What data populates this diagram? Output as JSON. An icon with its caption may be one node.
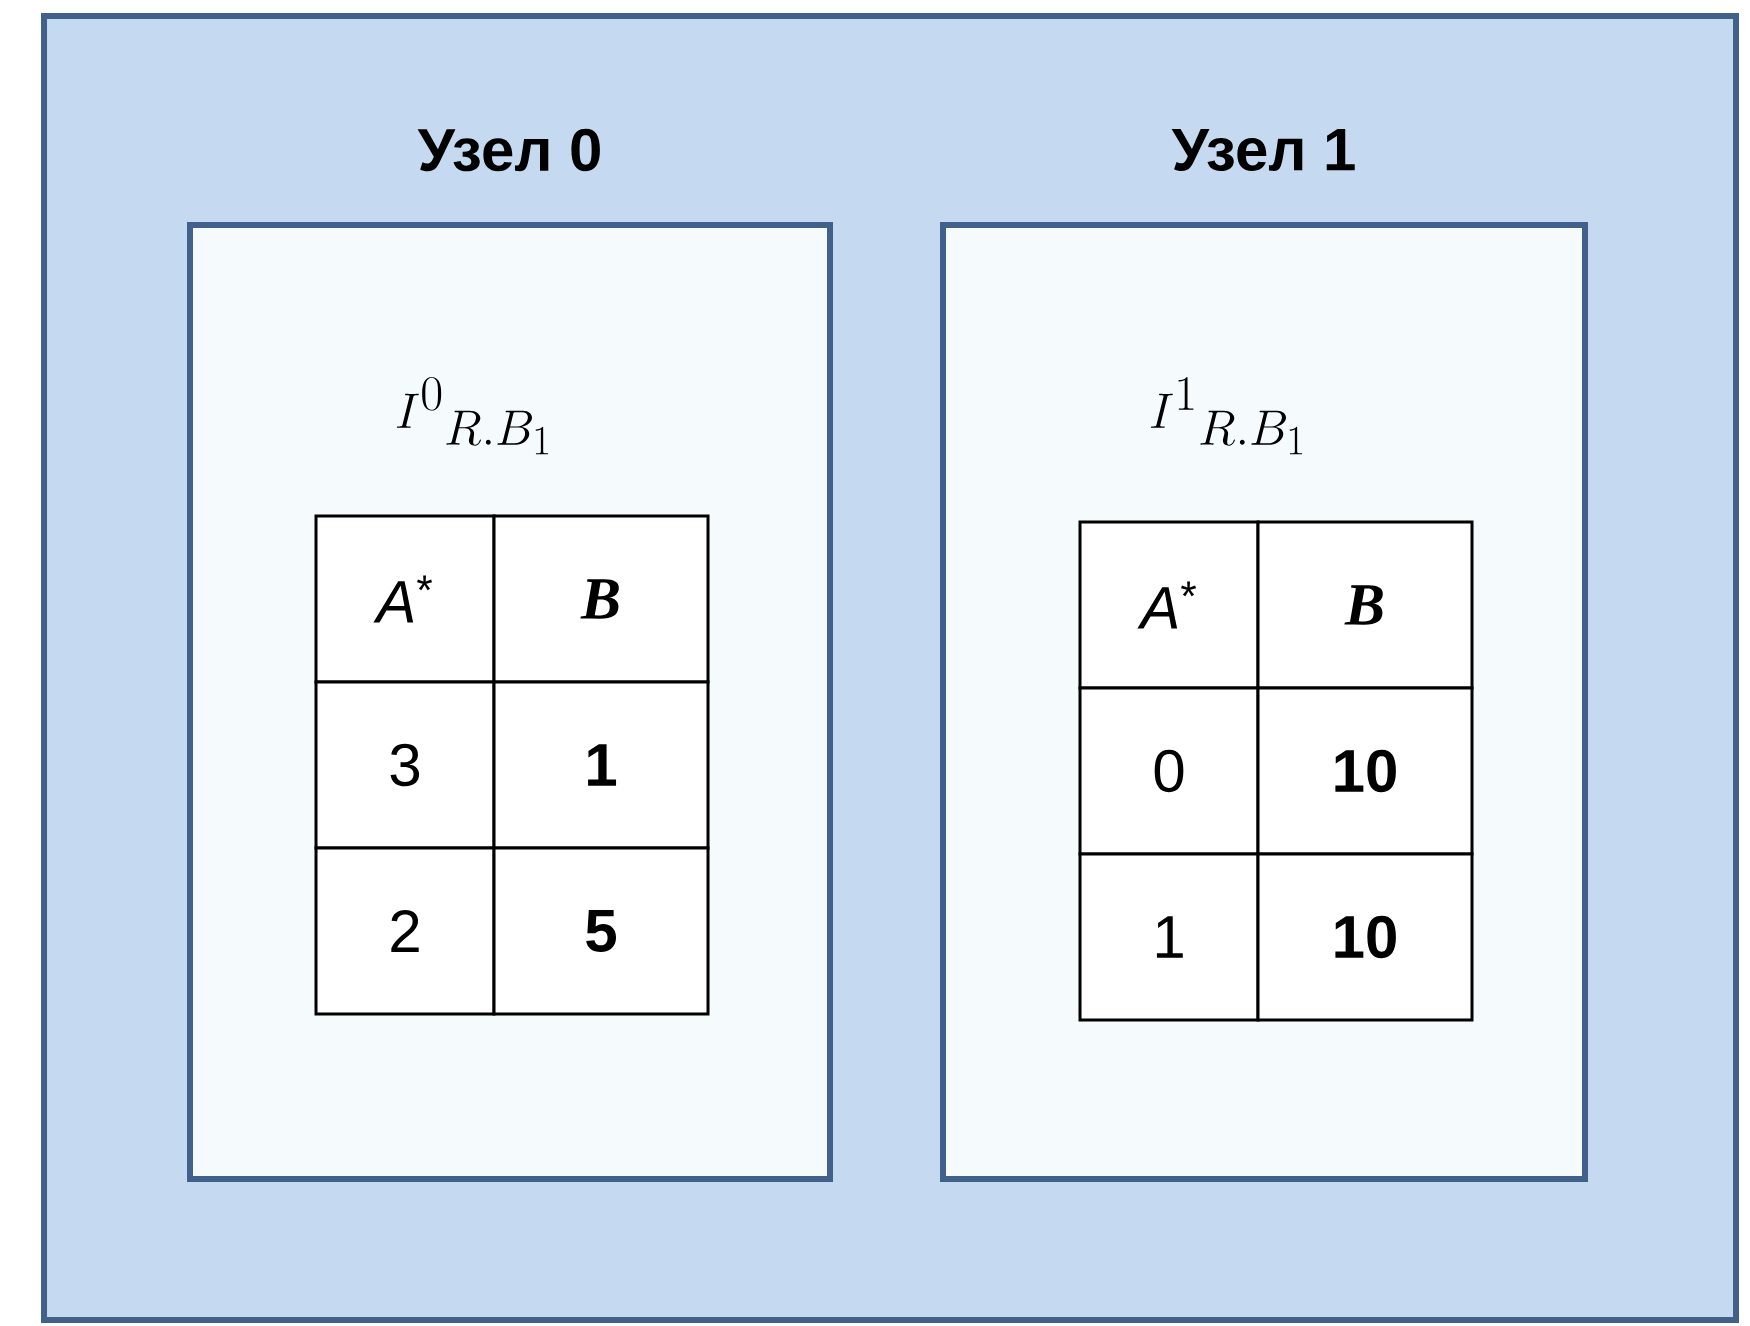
{
  "diagram": {
    "nodes": [
      {
        "text": [],
        "shape": "box"
      },
      {
        "text": [
          "Узел 0",
          "I^{0}{}_{R.B_1}"
        ],
        "in": 0
      },
      {
        "text": [
          "Узел 1",
          "I^{1}{}_{R.B_1}"
        ],
        "in": 0
      }
    ],
    "labels": [
      "*A*$^{*}$",
      "B",
      "3",
      "1",
      "2",
      "5",
      "*A*$^{*}$",
      "B",
      "0",
      "10",
      "1",
      "10"
    ]
  }
}
